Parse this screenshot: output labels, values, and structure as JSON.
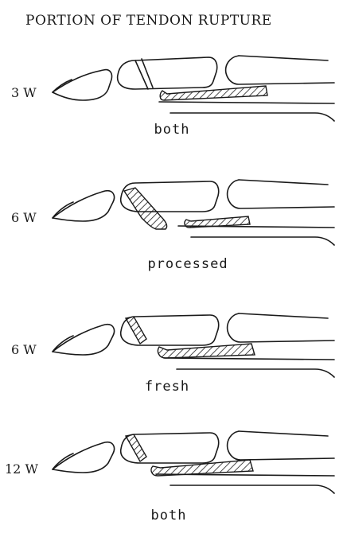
{
  "title": "PORTION OF TENDON RUPTURE",
  "panels": [
    {
      "week": "3 W",
      "caption": "both"
    },
    {
      "week": "6 W",
      "caption": "processed"
    },
    {
      "week": "6 W",
      "caption": "fresh"
    },
    {
      "week": "12 W",
      "caption": "both"
    }
  ]
}
